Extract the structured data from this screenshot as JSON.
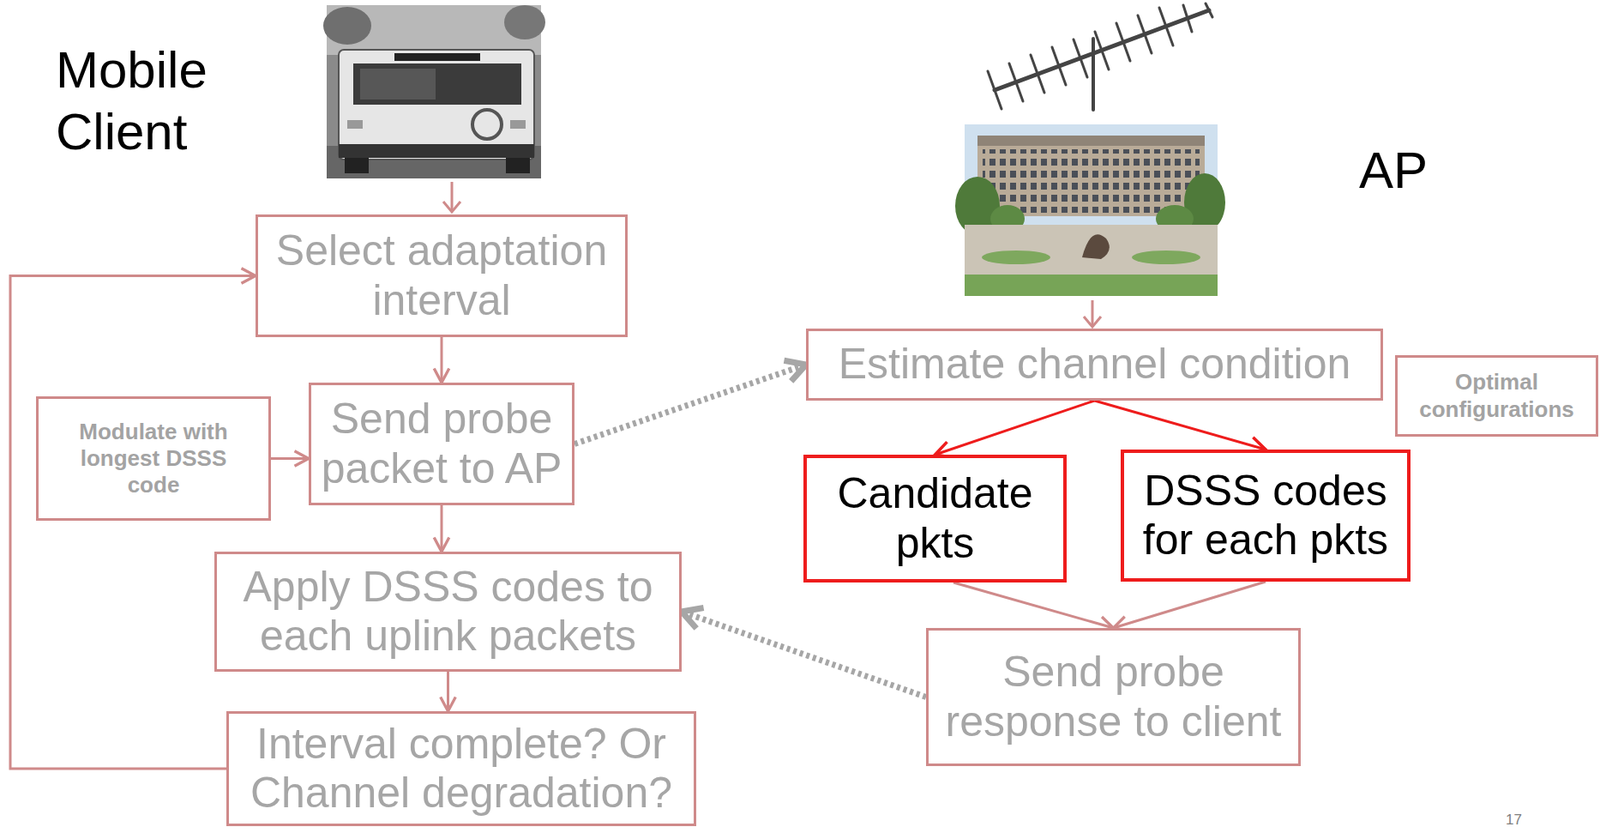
{
  "diagram": {
    "nodes": [
      {
        "text": [
          "Select adaptation interval"
        ]
      },
      {
        "text": [
          "Modulate with longest DSSS code"
        ]
      },
      {
        "text": [
          "Send probe packet to AP"
        ]
      },
      {
        "text": [
          "Apply DSSS codes to each uplink packets"
        ]
      },
      {
        "text": [
          "Interval complete? Or Channel degradation?"
        ]
      },
      {
        "text": [
          "Estimate channel condition"
        ]
      },
      {
        "text": [
          "Optimal configurations"
        ]
      },
      {
        "text": [
          "Candidate pkts"
        ]
      },
      {
        "text": [
          "DSSS codes for each pkts"
        ]
      },
      {
        "text": [
          "Send probe response to client"
        ]
      }
    ],
    "edges": [
      {
        "from": 0,
        "to": 2,
        "arrow": "to"
      },
      {
        "from": 1,
        "to": 2,
        "arrow": "to"
      },
      {
        "from": 2,
        "to": 5,
        "arrow": "to"
      },
      {
        "from": 2,
        "to": 3,
        "arrow": "to"
      },
      {
        "from": 3,
        "to": 4,
        "arrow": "to"
      },
      {
        "from": 4,
        "to": 0,
        "arrow": "to"
      },
      {
        "from": 5,
        "to": 7,
        "arrow": "to"
      },
      {
        "from": 5,
        "to": 8,
        "arrow": "to"
      },
      {
        "from": 7,
        "to": 9,
        "arrow": "to"
      },
      {
        "from": 8,
        "to": 9,
        "arrow": "to"
      },
      {
        "from": 9,
        "to": 3,
        "arrow": "to"
      }
    ],
    "labels": [
      "Mobile Client",
      "AP",
      "17"
    ]
  }
}
